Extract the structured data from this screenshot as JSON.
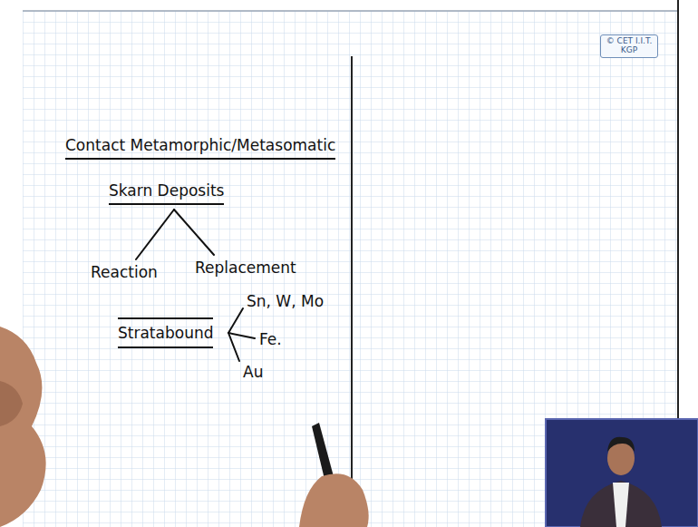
{
  "diagram": {
    "title": "Contact Metamorphic/Metasomatic",
    "nodes": [
      {
        "text": [
          "© CET I.I.T. KGP"
        ]
      }
    ],
    "labels": [
      "Skarn Deposits",
      "Reaction",
      "Replacement",
      "Stratabound",
      "Sn, W, Mo",
      "Fe.",
      "Au"
    ]
  }
}
